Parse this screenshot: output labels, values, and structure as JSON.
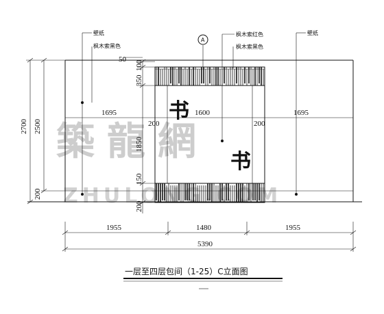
{
  "notes": {
    "wall_paper_left": "壁纸",
    "maple_veneer_left": "枫木索黑色",
    "marker": "A",
    "maple_red": "枫木索红色",
    "maple_black": "枫木索黑色",
    "wall_paper_right": "壁纸"
  },
  "dims": {
    "h_2700": "2700",
    "h_2500": "2500",
    "h_200": "200",
    "top_50": "50",
    "top_100": "100",
    "v_350": "350",
    "v_1850": "1850",
    "v_150": "150",
    "v_200b": "200",
    "w_1695_left": "1695",
    "w_1600": "1600",
    "w_1695_right": "1695",
    "w_200_left": "200",
    "w_200_right": "200",
    "b_1955_left": "1955",
    "b_1480": "1480",
    "b_1955_right": "1955",
    "b_5390": "5390"
  },
  "characters": {
    "upper": "书",
    "lower": "书"
  },
  "title": "一层至四层包间（1-25）C立面图",
  "watermark": {
    "cn": "築龍網",
    "en": "ZHULONG.COM"
  }
}
